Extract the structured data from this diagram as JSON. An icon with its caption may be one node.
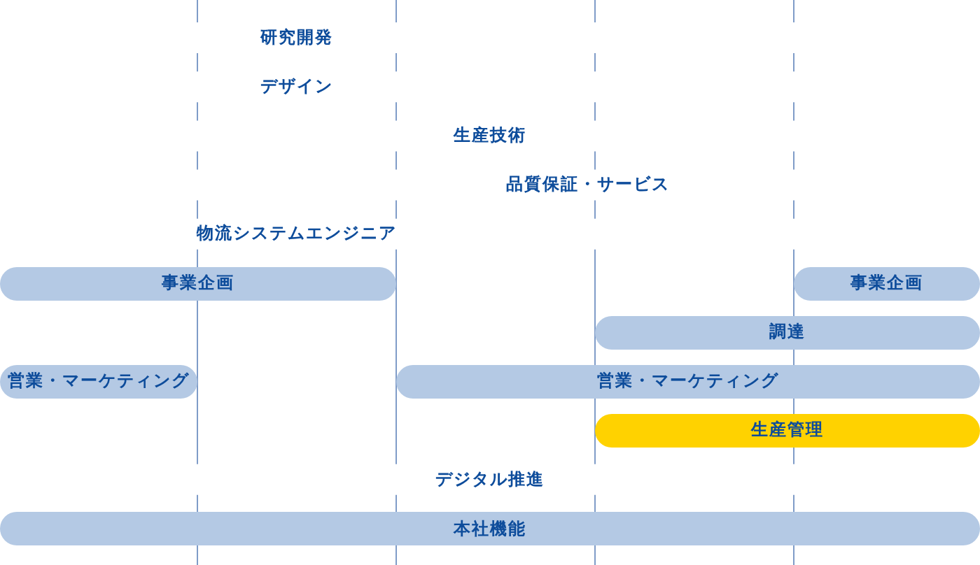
{
  "diagram": {
    "nodes": [
      {
        "text": [
          "事業企画"
        ]
      },
      {
        "text": [
          "事業企画"
        ]
      },
      {
        "text": [
          "調達"
        ]
      },
      {
        "text": [
          "営業・マーケティング"
        ]
      },
      {
        "text": [
          "営業・マーケティング"
        ]
      },
      {
        "text": [
          "生産管理"
        ]
      },
      {
        "text": [
          "本社機能"
        ]
      }
    ],
    "labels": [
      "研究開発",
      "デザイン",
      "生産技術",
      "品質保証・サービス",
      "物流システムエンジニア",
      "デジタル推進"
    ]
  }
}
